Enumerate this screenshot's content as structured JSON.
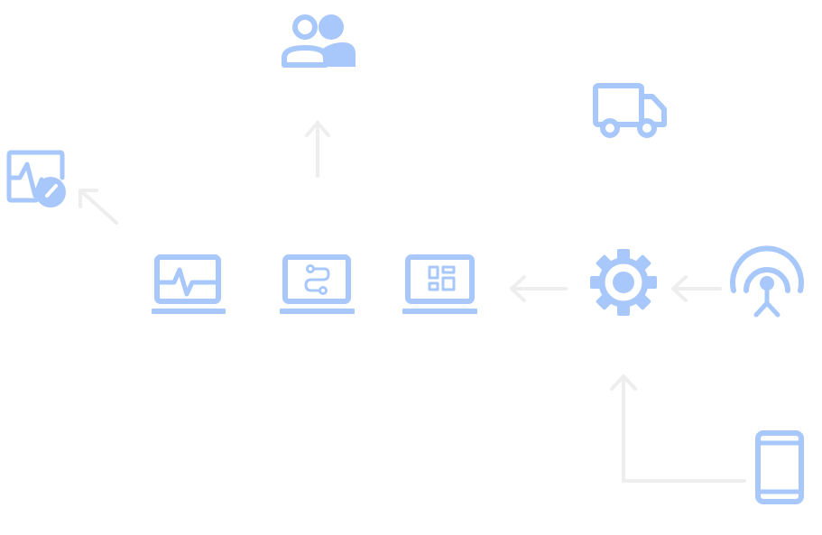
{
  "colors": {
    "icon": "#a8c7fa",
    "arrow": "#eeeeee",
    "background": "#ffffff"
  },
  "nodes": [
    {
      "id": "users",
      "icon": "people-icon"
    },
    {
      "id": "truck",
      "icon": "truck-icon"
    },
    {
      "id": "monitoring",
      "icon": "monitoring-gauge-icon"
    },
    {
      "id": "laptop-activity",
      "icon": "laptop-activity-icon"
    },
    {
      "id": "laptop-workflow",
      "icon": "laptop-workflow-icon"
    },
    {
      "id": "laptop-dashboard",
      "icon": "laptop-dashboard-icon"
    },
    {
      "id": "settings",
      "icon": "gear-icon"
    },
    {
      "id": "antenna",
      "icon": "antenna-icon"
    },
    {
      "id": "mobile",
      "icon": "mobile-phone-icon"
    }
  ],
  "edges": [
    {
      "from": "antenna",
      "to": "settings"
    },
    {
      "from": "settings",
      "to": "laptop-dashboard"
    },
    {
      "from": "mobile",
      "to": "settings"
    },
    {
      "from": "laptop-workflow",
      "to": "users"
    },
    {
      "from": "laptop-activity",
      "to": "monitoring"
    }
  ]
}
